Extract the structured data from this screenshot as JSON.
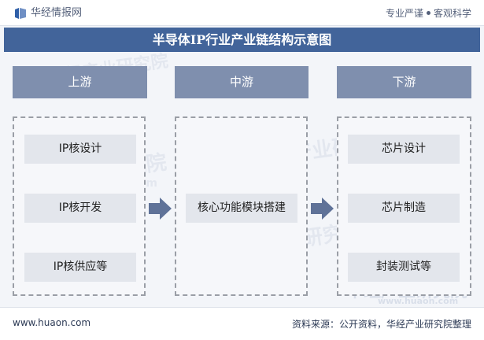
{
  "header": {
    "brand": "华经情报网",
    "slogan_left": "专业严谨",
    "slogan_right": "客观科学"
  },
  "title": "半导体IP行业产业链结构示意图",
  "stages": {
    "upstream": {
      "label": "上游",
      "items": [
        "IP核设计",
        "IP核开发",
        "IP核供应等"
      ]
    },
    "midstream": {
      "label": "中游",
      "items": [
        "核心功能模块搭建"
      ]
    },
    "downstream": {
      "label": "下游",
      "items": [
        "芯片设计",
        "芯片制造",
        "封装测试等"
      ]
    }
  },
  "watermark": {
    "cn": "华经产业研究院",
    "en": "www.huaon.com"
  },
  "footer": {
    "site": "www.huaon.com",
    "source": "资料来源：公开资料，华经产业研究院整理"
  },
  "colors": {
    "title_bar": "#42649a",
    "stage_header": "#7f8fae",
    "item_box": "#e3e6ec",
    "arrow": "#5f7298"
  }
}
